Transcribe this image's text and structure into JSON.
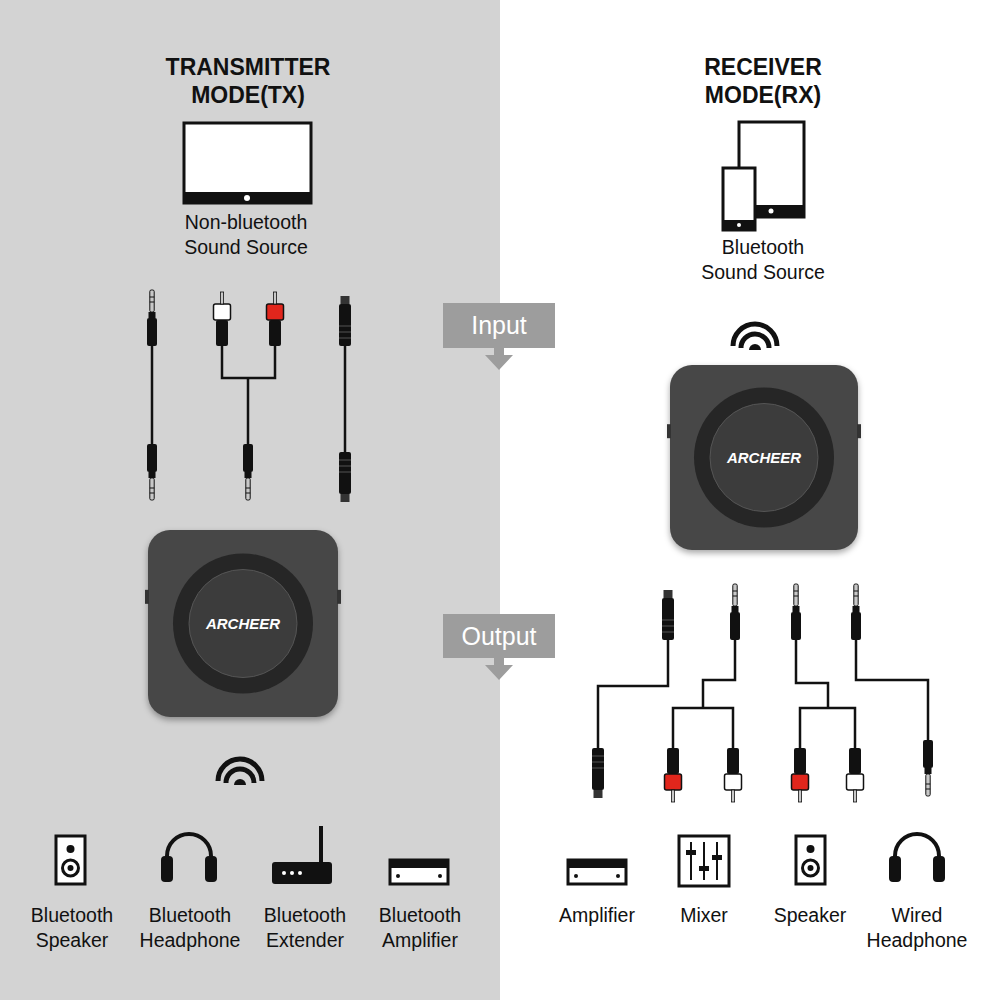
{
  "diagram": {
    "nodes": [
      {
        "text": [
          "Input"
        ]
      },
      {
        "text": [
          "ARCHEER"
        ]
      },
      {
        "text": [
          "ARCHEER"
        ]
      },
      {
        "text": [
          "Output"
        ]
      }
    ],
    "labels": [
      "TRANSMITTER MODE(TX)",
      "RECEIVER MODE(RX)",
      "Non-bluetooth Sound Source",
      "Bluetooth Sound Source",
      "Bluetooth Speaker",
      "Bluetooth Headphone",
      "Bluetooth Extender",
      "Bluetooth Amplifier",
      "Amplifier",
      "Mixer",
      "Speaker",
      "Wired Headphone"
    ]
  }
}
